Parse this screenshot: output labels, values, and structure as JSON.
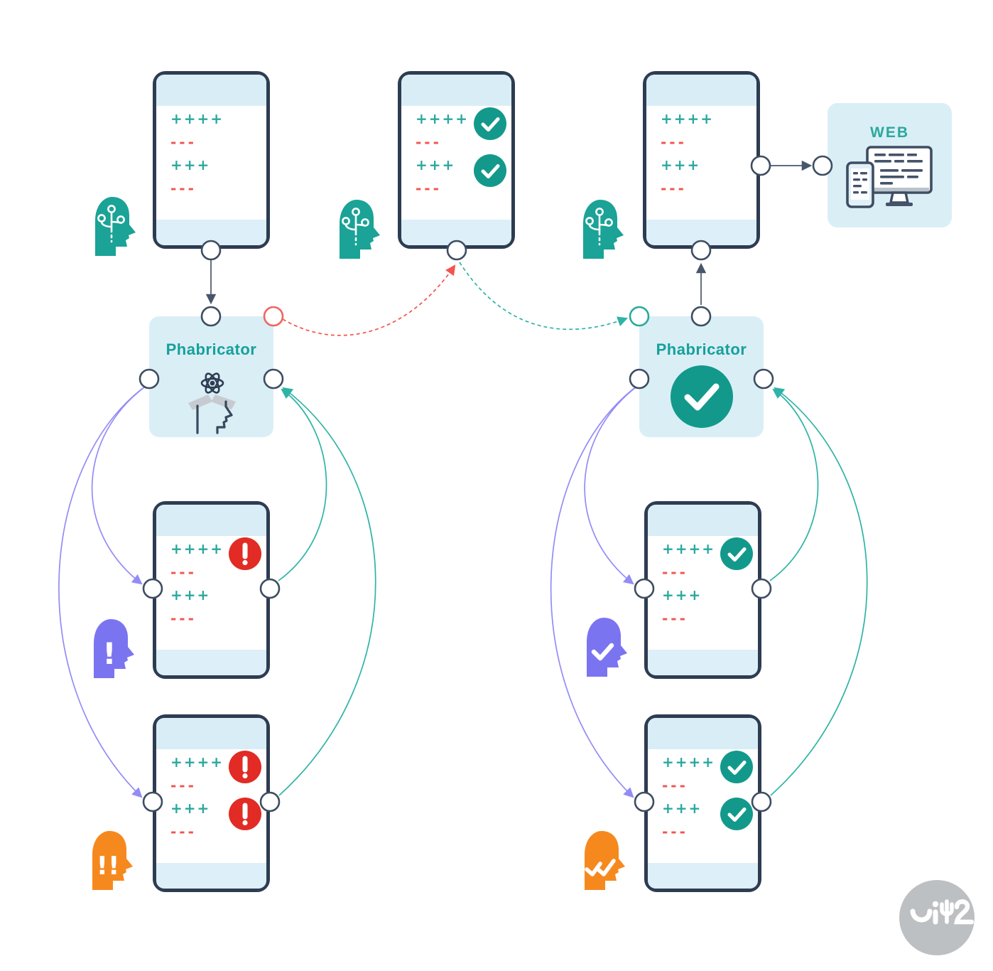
{
  "labels": {
    "phabricator_left": "Phabricator",
    "phabricator_right": "Phabricator",
    "web": "WEB"
  },
  "diff": {
    "line1": "++++",
    "line2": "---",
    "line3": "+++",
    "line4": "---"
  },
  "glyphs": {
    "exclaim": "!",
    "double_exclaim": "!!"
  },
  "colors": {
    "teal": "#1aa396",
    "teal_line": "#2fb3a6",
    "red_diff": "#f2544e",
    "red_badge": "#e12b24",
    "purple": "#7b74f1",
    "purple_line": "#938cf7",
    "orange": "#f6891e",
    "navy_border": "#2e3c52",
    "panel_blue": "#daeef6",
    "logo_gray": "#bdc0c3"
  }
}
